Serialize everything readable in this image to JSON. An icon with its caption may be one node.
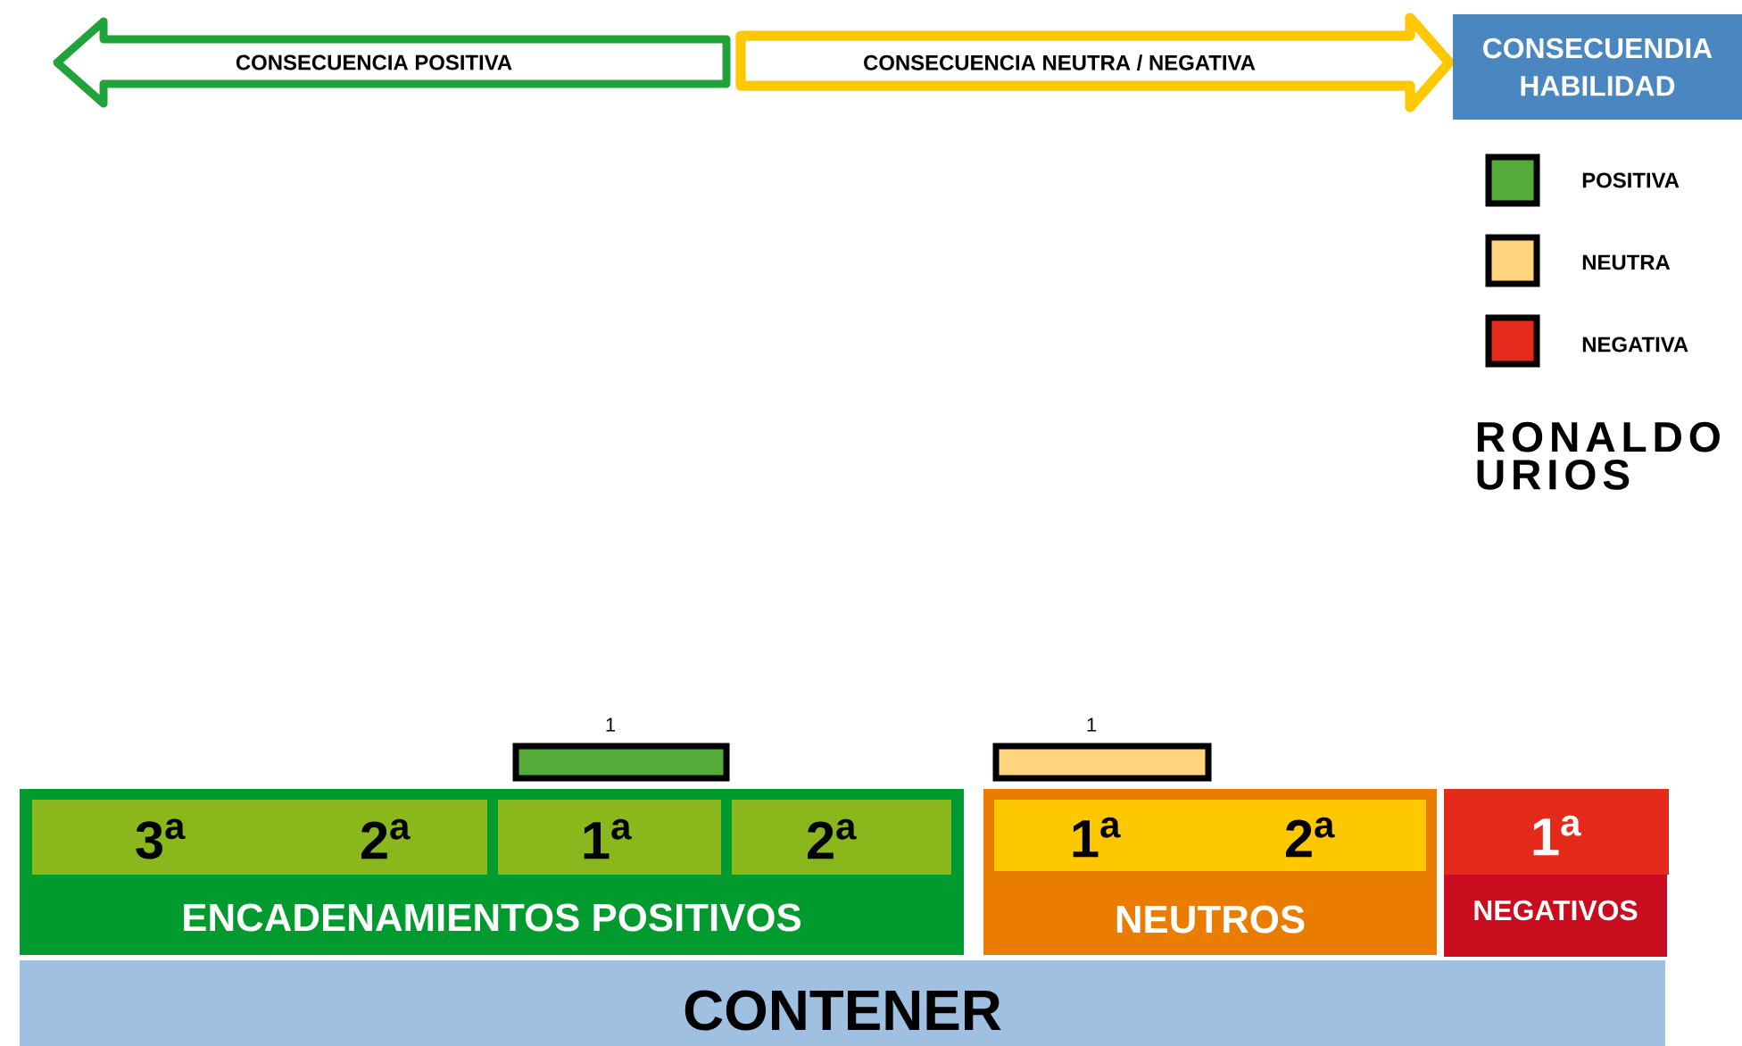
{
  "diagram": {
    "nodes": [
      {
        "text": [
          "CONSECUENCIA POSITIVA"
        ]
      },
      {
        "text": [
          "CONSECUENCIA NEUTRA / NEGATIVA"
        ]
      },
      {
        "text": [
          "CONSECUENDIA HABILIDAD"
        ]
      },
      {
        "text": [
          "ENCADENAMIENTOS POSITIVOS"
        ]
      },
      {
        "text": [
          "3$^{a}$",
          "2$^{a}$"
        ],
        "in": 3
      },
      {
        "text": [
          "1$^{a}$"
        ],
        "in": 3
      },
      {
        "text": [
          "2$^{a}$"
        ],
        "in": 3
      },
      {
        "text": [
          "NEUTROS"
        ]
      },
      {
        "text": [
          "1$^{a}$",
          "2$^{a}$"
        ],
        "in": 7
      },
      {
        "text": [
          "1$^{a}$"
        ]
      },
      {
        "text": [
          "NEGATIVOS"
        ]
      },
      {
        "text": [
          "CONTENER"
        ]
      },
      {
        "text": [],
        "shape": "bar",
        "beside": [
          "1"
        ]
      },
      {
        "text": [],
        "shape": "bar",
        "beside": [
          "1"
        ]
      }
    ],
    "labels": [
      "RONALDO URIOS"
    ],
    "legend": [
      {
        "text": "POSITIVA",
        "color": "#55ab3a"
      },
      {
        "text": "NEUTRA",
        "color": "#ffd47f"
      },
      {
        "text": "NEGATIVA",
        "color": "#e52b1c"
      }
    ]
  }
}
